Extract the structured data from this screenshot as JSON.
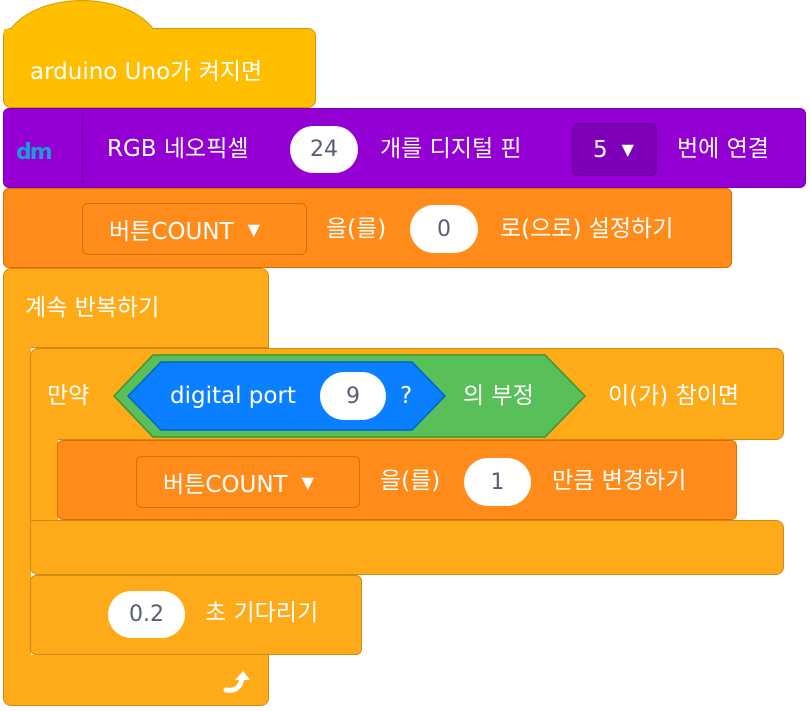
{
  "hat": {
    "label": "arduino Uno가 켜지면"
  },
  "neopixel": {
    "icon": "dm-logo-icon",
    "label1": "RGB 네오픽셀",
    "count": "24",
    "label2": "개를 디지털 핀",
    "pin": "5",
    "label3": "번에 연결"
  },
  "set_var": {
    "variable": "버튼COUNT",
    "label1": "을(를)",
    "value": "0",
    "label2": "로(으로) 설정하기"
  },
  "forever": {
    "label": "계속 반복하기",
    "icon": "loop-arrow-icon"
  },
  "if_block": {
    "label1": "만약",
    "sensor_label": "digital port",
    "port": "9",
    "question": "?",
    "not_label": "의 부정",
    "label2": "이(가) 참이면"
  },
  "change_var": {
    "variable": "버튼COUNT",
    "label1": "을(를)",
    "value": "1",
    "label2": "만큼 변경하기"
  },
  "wait": {
    "value": "0.2",
    "label": "초 기다리기"
  },
  "colors": {
    "hat": "#FFBF00",
    "hardware": "#9400D3",
    "variable": "#FF8C1A",
    "control": "#FFAB19",
    "operator": "#59C059",
    "sensor": "#0A7FFF"
  }
}
